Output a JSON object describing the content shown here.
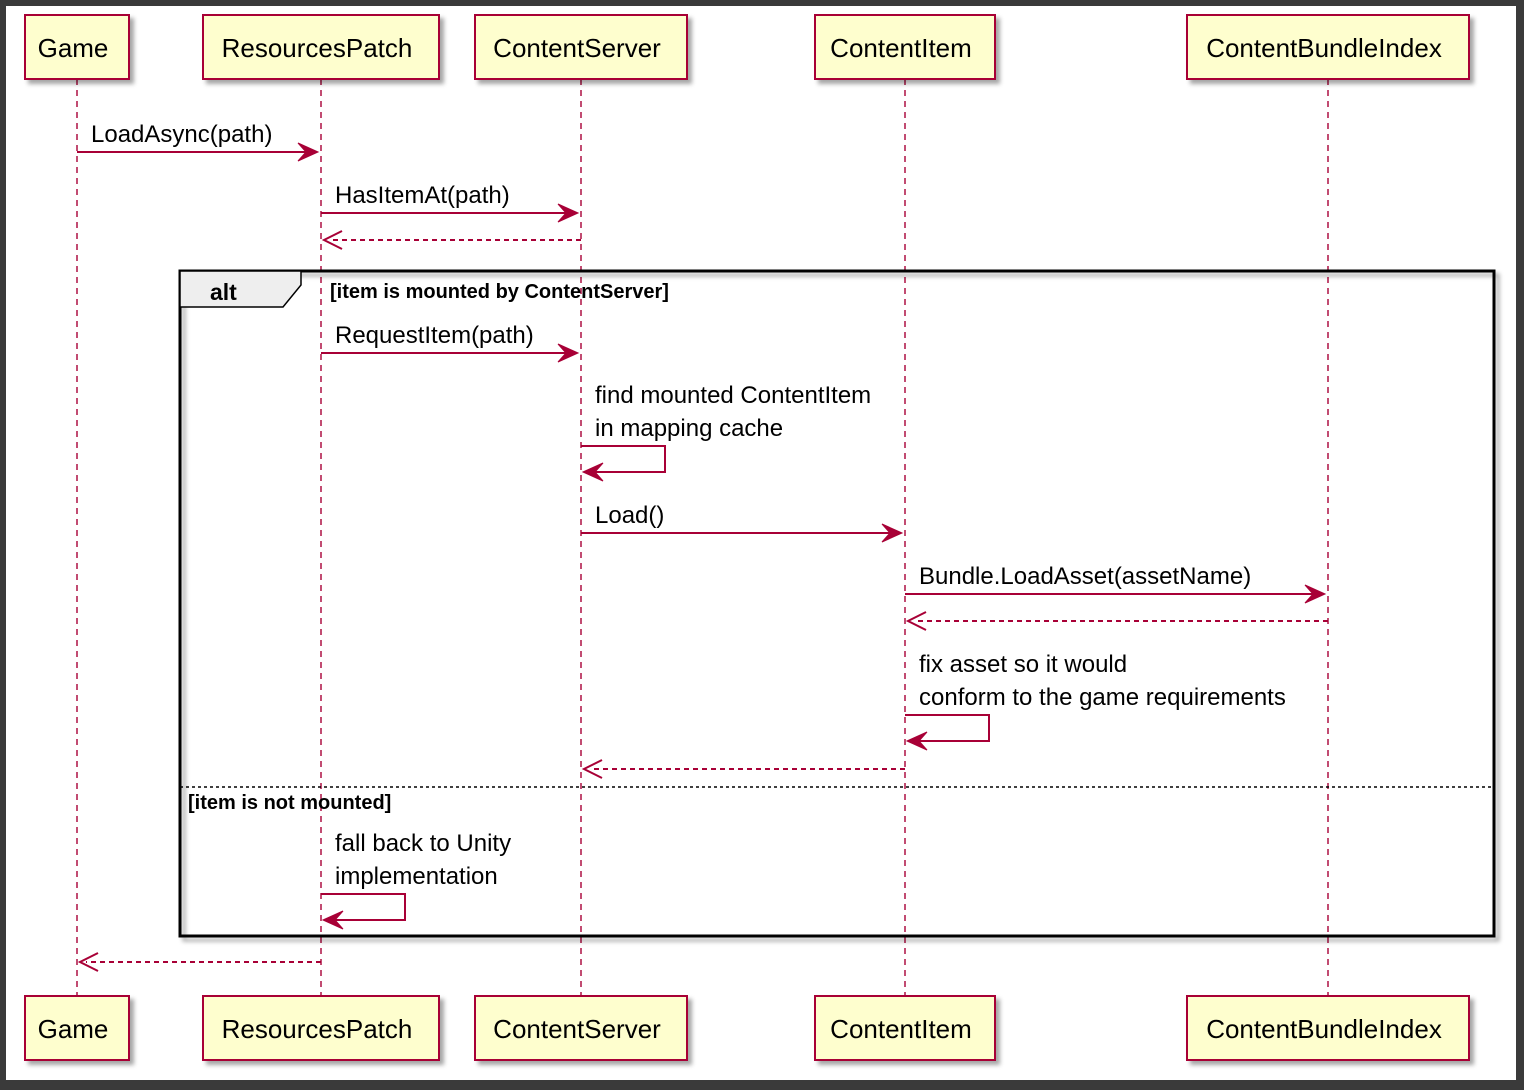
{
  "colors": {
    "frame": "#3a3a3a",
    "background": "#ffffff",
    "participant_fill": "#fefece",
    "participant_border": "#a80036",
    "lifeline": "#a80036",
    "arrow": "#a80036",
    "fragment_border": "#000000",
    "fragment_tab": "#eeeeee",
    "text": "#000000"
  },
  "participants": [
    {
      "id": "game",
      "label": "Game"
    },
    {
      "id": "resources_patch",
      "label": "ResourcesPatch"
    },
    {
      "id": "content_server",
      "label": "ContentServer"
    },
    {
      "id": "content_item",
      "label": "ContentItem"
    },
    {
      "id": "content_bundle_index",
      "label": "ContentBundleIndex"
    }
  ],
  "fragment": {
    "keyword": "alt",
    "condition_1": "[item is mounted by ContentServer]",
    "condition_2": "[item is not mounted]"
  },
  "messages": [
    {
      "from": "game",
      "to": "resources_patch",
      "type": "call",
      "label": "LoadAsync(path)"
    },
    {
      "from": "resources_patch",
      "to": "content_server",
      "type": "call",
      "label": "HasItemAt(path)"
    },
    {
      "from": "content_server",
      "to": "resources_patch",
      "type": "return",
      "label": ""
    },
    {
      "from": "resources_patch",
      "to": "content_server",
      "type": "call",
      "label": "RequestItem(path)"
    },
    {
      "from": "content_server",
      "to": "content_server",
      "type": "self",
      "label": "find mounted ContentItem\nin mapping cache"
    },
    {
      "from": "content_server",
      "to": "content_item",
      "type": "call",
      "label": "Load()"
    },
    {
      "from": "content_item",
      "to": "content_bundle_index",
      "type": "call",
      "label": "Bundle.LoadAsset(assetName)"
    },
    {
      "from": "content_bundle_index",
      "to": "content_item",
      "type": "return",
      "label": ""
    },
    {
      "from": "content_item",
      "to": "content_item",
      "type": "self",
      "label": "fix asset so it would\nconform to the game requirements"
    },
    {
      "from": "content_item",
      "to": "content_server",
      "type": "return",
      "label": ""
    },
    {
      "from": "resources_patch",
      "to": "resources_patch",
      "type": "self",
      "label": "fall back to Unity\nimplementation"
    },
    {
      "from": "resources_patch",
      "to": "game",
      "type": "return",
      "label": ""
    }
  ]
}
